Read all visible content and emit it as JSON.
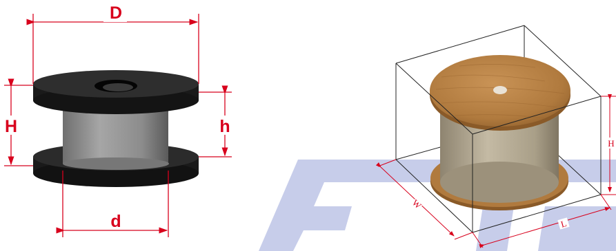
{
  "left_diagram": {
    "labels": {
      "outer_diameter": "D",
      "overall_height": "H",
      "barrel_height": "h",
      "barrel_diameter": "d"
    },
    "colors": {
      "flange": "#1e1e1e",
      "barrel": "#8a8a8a",
      "dimension": "#d8001c"
    }
  },
  "right_diagram": {
    "labels": {
      "width": "W",
      "length": "L",
      "height": "H"
    },
    "colors": {
      "flange_wood": "#b07a3e",
      "barrel": "#a89a82",
      "box_line": "#222222",
      "dimension": "#d8001c",
      "watermark": "#c7cdea"
    }
  }
}
